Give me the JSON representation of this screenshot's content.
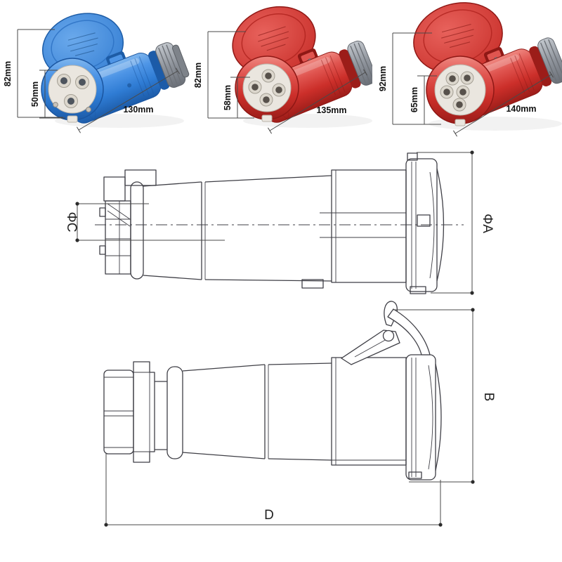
{
  "page": {
    "background": "#ffffff"
  },
  "products": [
    {
      "id": "blue-3pin-connector",
      "pins": 3,
      "body_color": "#2f7cd4",
      "height_label": "82mm",
      "socket_label": "50mm",
      "length_label": "130mm"
    },
    {
      "id": "red-4pin-connector",
      "pins": 4,
      "body_color": "#cc2f2a",
      "height_label": "82mm",
      "socket_label": "58mm",
      "length_label": "135mm"
    },
    {
      "id": "red-5pin-connector",
      "pins": 5,
      "body_color": "#cc2f2a",
      "height_label": "92mm",
      "socket_label": "65mm",
      "length_label": "140mm"
    }
  ],
  "technical_drawings": {
    "side_view_cable_end": {
      "dim_small_diameter": "ΦC",
      "dim_large_diameter": "ΦA"
    },
    "side_view_latch": {
      "dim_height": "B",
      "dim_length": "D"
    }
  },
  "colors": {
    "blue_body": "#2f7cd4",
    "red_body": "#cc2f2a",
    "gland_gray": "#8f949c",
    "socket_face": "#eae6df",
    "drawing_line": "#3f3f46",
    "dimension_text": "#111111"
  }
}
